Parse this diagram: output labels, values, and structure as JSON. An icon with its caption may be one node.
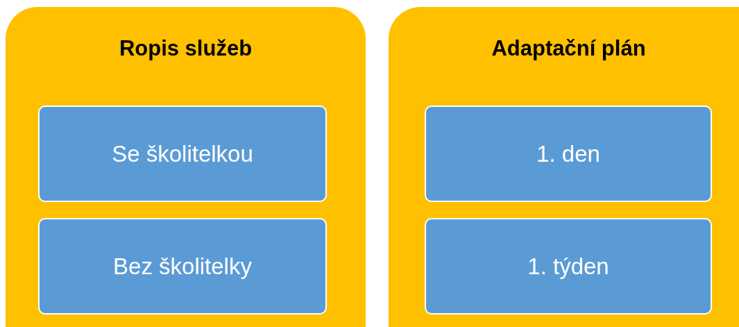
{
  "diagram": {
    "nodes": [
      {
        "text": [
          "Ropis služeb"
        ]
      },
      {
        "text": [
          "Se školitelkou"
        ],
        "in": 0
      },
      {
        "text": [
          "Bez školitelky"
        ],
        "in": 0
      },
      {
        "text": [
          "Adaptační plán"
        ]
      },
      {
        "text": [
          "1. den"
        ],
        "in": 3
      },
      {
        "text": [
          "1. týden"
        ],
        "in": 3
      }
    ]
  }
}
